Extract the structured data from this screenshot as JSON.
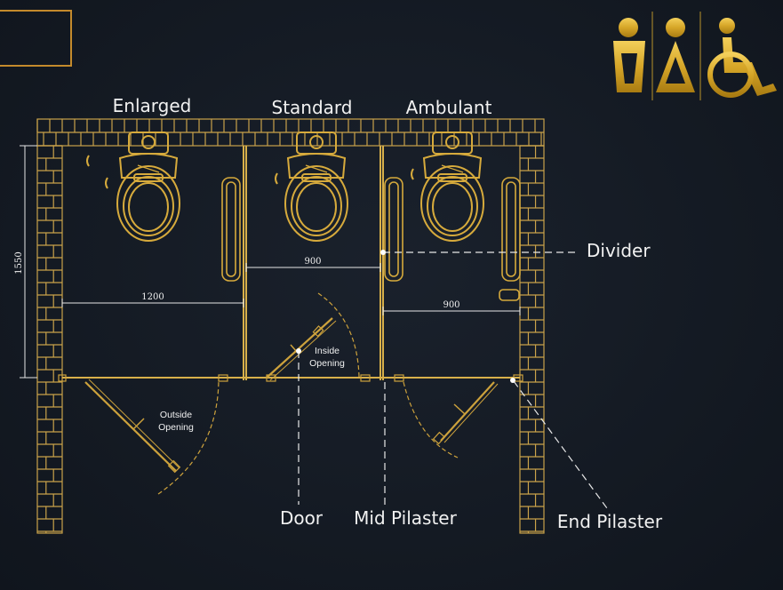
{
  "stall_labels": {
    "enlarged": "Enlarged",
    "standard": "Standard",
    "ambulant": "Ambulant"
  },
  "callouts": {
    "divider": "Divider",
    "door": "Door",
    "mid_pilaster": "Mid Pilaster",
    "end_pilaster": "End Pilaster"
  },
  "door_notes": {
    "outside_1": "Outside",
    "outside_2": "Opening",
    "inside_1": "Inside",
    "inside_2": "Opening"
  },
  "dimensions": {
    "height": "1550",
    "enlarged_width": "1200",
    "standard_width": "900",
    "ambulant_width": "900"
  },
  "icons": [
    "male-toilet-icon",
    "female-toilet-icon",
    "wheelchair-icon"
  ],
  "colors": {
    "background": "#141a24",
    "gold": "#d6a628",
    "text": "#f1f1f1"
  }
}
